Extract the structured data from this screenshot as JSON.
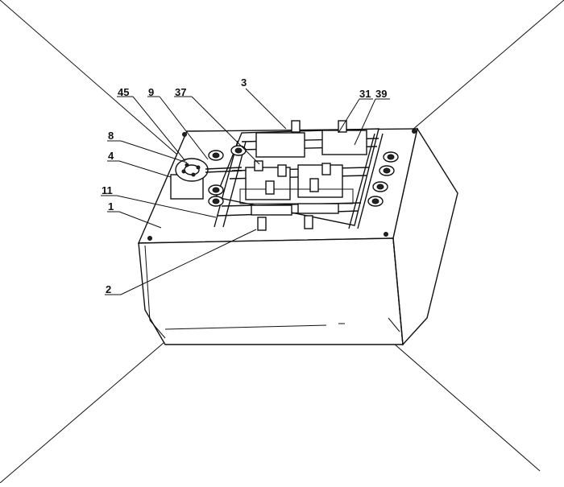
{
  "labels": {
    "l45": "45",
    "l9": "9",
    "l37": "37",
    "l3": "3",
    "l31": "31",
    "l39": "39",
    "l8": "8",
    "l4": "4",
    "l11": "11",
    "l1": "1",
    "l2": "2"
  }
}
